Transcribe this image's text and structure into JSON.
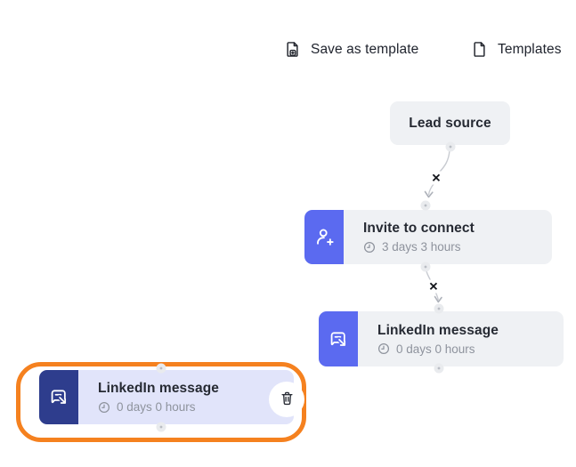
{
  "toolbar": {
    "save_as_template_label": "Save as template",
    "templates_label": "Templates"
  },
  "flow": {
    "lead_source": {
      "title": "Lead source"
    },
    "invite_to_connect": {
      "title": "Invite to connect",
      "delay": "3 days 3 hours"
    },
    "linkedin_message": {
      "title": "LinkedIn message",
      "delay": "0 days 0 hours"
    },
    "linkedin_message_selected": {
      "title": "LinkedIn message",
      "delay": "0 days 0 hours"
    },
    "remove_edge_glyph": "✕"
  },
  "icons": {
    "save_as_template": "file-plus-icon",
    "templates": "file-icon",
    "invite_step": "person-add-icon",
    "message_step": "message-send-icon",
    "delay": "clock-icon",
    "delete_step": "trash-icon"
  },
  "colors": {
    "step_icon_blue": "#5b6af0",
    "selected_icon_navy": "#2e3d8d",
    "node_body_gray": "#eff1f4",
    "selected_body_lavender": "#e1e4fa",
    "selection_ring_orange": "#f5811f",
    "title_text": "#262a33",
    "muted_text": "#8e939d",
    "edge_gray": "#c8cbd1",
    "connector_dot": "#b9bdc4"
  }
}
